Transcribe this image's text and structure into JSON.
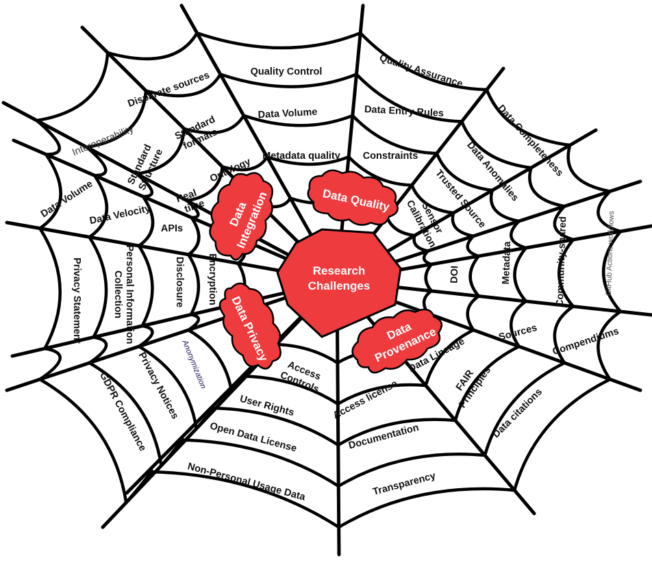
{
  "center": {
    "label_line1": "Research",
    "label_line2": "Challenges",
    "color": "#ee3b3e"
  },
  "hubs": {
    "integration": {
      "line1": "Data",
      "line2": "Integration"
    },
    "quality": {
      "label": "Data Quality"
    },
    "privacy": {
      "label": "Data Privacy"
    },
    "provenance": {
      "line1": "Data",
      "line2": "Provenance"
    }
  },
  "labels": {
    "quality_control": "Quality  Control",
    "quality_assurance": "Quality Assurance",
    "data_volume_top": "Data Volume",
    "data_entry_rules": "Data Entry Rules",
    "metadata_quality": "Metadata quality",
    "constraints": "Constraints",
    "disparate_sources": "Disparate sources",
    "interoperability": "Interoperability",
    "standard_structure_1": "Standard",
    "standard_structure_2": "Structure",
    "standard_formats_1": "Standard",
    "standard_formats_2": "formats",
    "ontology": "Ontology",
    "real_time_1": "Real",
    "real_time_2": "time",
    "data_volume_left": "Data Volume",
    "data_velocity": "Data Velocity",
    "apis": "APIs",
    "data_completeness": "Data Completeness",
    "data_anomalies": "Data Anomalies",
    "trusted_source": "Trusted Source",
    "sensor_calibration_1": "Sensor",
    "sensor_calibration_2": "Calibration",
    "github_actions": "GitHub Actions workflows",
    "community_shared": "Community-shared",
    "metadata": "Metadata",
    "doi": "DOI",
    "sources": "Sources",
    "compendiums": "Compendiums",
    "data_lineage": "Data Lineage",
    "fair_1": "FAIR",
    "fair_2": "Principles",
    "data_citations": "Data citations",
    "access_license": "Access license",
    "documentation": "Documentation",
    "transparency": "Transparency",
    "access_controls_1": "Access",
    "access_controls_2": "Controls",
    "user_rights": "User Rights",
    "open_data_license": "Open Data License",
    "non_personal": "Non-Personal Usage Data",
    "anonymization": "Anonymization",
    "privacy_notices": "Privacy Notices",
    "gdpr": "GDPR Compliance",
    "privacy_statement": "Privacy Statement",
    "pic_1": "Personal Information",
    "pic_2": "Collection",
    "disclosure": "Disclosure",
    "encryption": "Encryption"
  }
}
